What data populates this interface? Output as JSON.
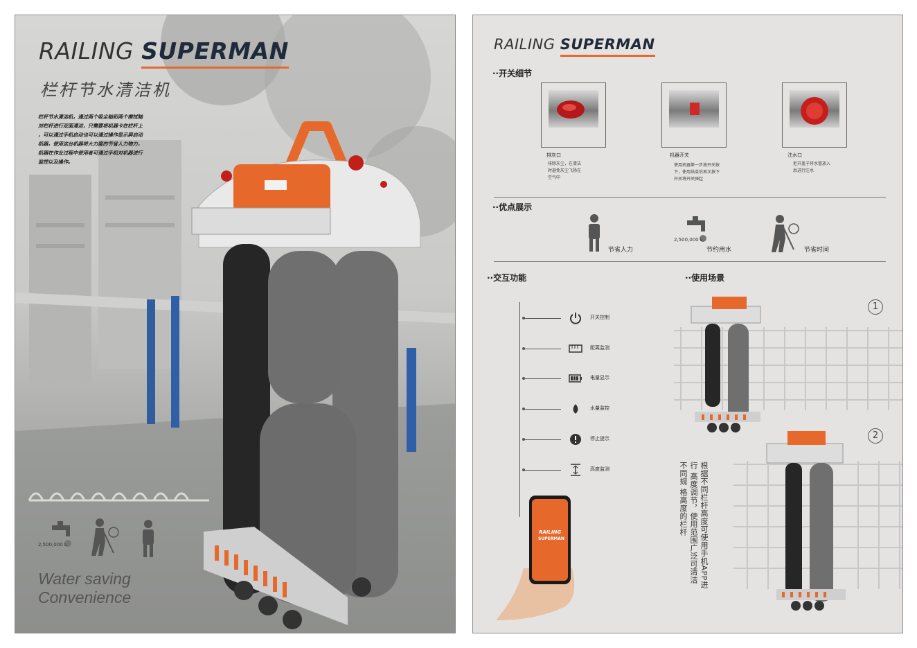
{
  "left_poster": {
    "brand_light": "RAILING",
    "brand_bold": "SUPERMAN",
    "cn_title": "栏杆节水清洁机",
    "description_lines": [
      "栏杆节水清洁机，通过两个吸尘轴和两个擦拭轴",
      "对栏杆进行双面清洁，只需要将机器卡在栏杆上",
      "，可以通过手机启动也可以通过操作显示屏启动",
      "机器，使用这台机器将大力度的节省人力物力，",
      "机器在作业过程中使用者可通过手机对机器进行",
      "监控以及操作。"
    ],
    "icon_water_amount": "2,500,000 L",
    "tagline_line1": "Water saving",
    "tagline_line2": "Convenience",
    "icons": [
      "faucet-icon",
      "person-cleaning-icon",
      "person-icon"
    ]
  },
  "right_poster": {
    "brand_light": "RAILING",
    "brand_bold": "SUPERMAN",
    "switch_section": {
      "title": "··开关细节",
      "items": [
        {
          "name": "排灰口",
          "desc": [
            "排除灰尘，在清洁",
            "时避免灰尘飞扬在",
            "空气中"
          ]
        },
        {
          "name": "机器开关",
          "desc": [
            "使用机器第一步按开关按",
            "下，使用结束后再次按下",
            "开关将开关弹起"
          ]
        },
        {
          "name": "注水口",
          "desc": [
            "拒开盖子将水管放入",
            "后进行注水"
          ]
        }
      ]
    },
    "advantage_section": {
      "title": "··优点展示",
      "items": [
        {
          "label": "节省人力",
          "icon": "person-icon"
        },
        {
          "label": "节约用水",
          "icon": "faucet-icon",
          "amount": "2,500,000 L"
        },
        {
          "label": "节省时间",
          "icon": "person-cleaning-icon"
        }
      ]
    },
    "interaction_section": {
      "title": "··交互功能",
      "items": [
        {
          "label": "开关控制",
          "icon": "power-icon"
        },
        {
          "label": "距离监测",
          "icon": "ruler-icon"
        },
        {
          "label": "电量显示",
          "icon": "battery-icon"
        },
        {
          "label": "水量监控",
          "icon": "water-drop-icon"
        },
        {
          "label": "停止提示",
          "icon": "alert-icon"
        },
        {
          "label": "高度监测",
          "icon": "height-icon"
        }
      ],
      "phone_brand_line1": "RAILING",
      "phone_brand_line2": "SUPERMAN"
    },
    "scene_section": {
      "title": "··使用场景",
      "markers": [
        "1",
        "2"
      ],
      "description_columns": [
        "根据不同栏杆高度可使用手机APP进行",
        "高度调节，使用范围广泛可清洁不同规",
        "格高度的栏杆"
      ]
    }
  },
  "colors": {
    "accent_orange": "#e6692b",
    "dark_navy": "#1f2a3a",
    "red_button": "#c0201a",
    "brush_gray": "#6c6c6c",
    "brush_black": "#262626"
  }
}
